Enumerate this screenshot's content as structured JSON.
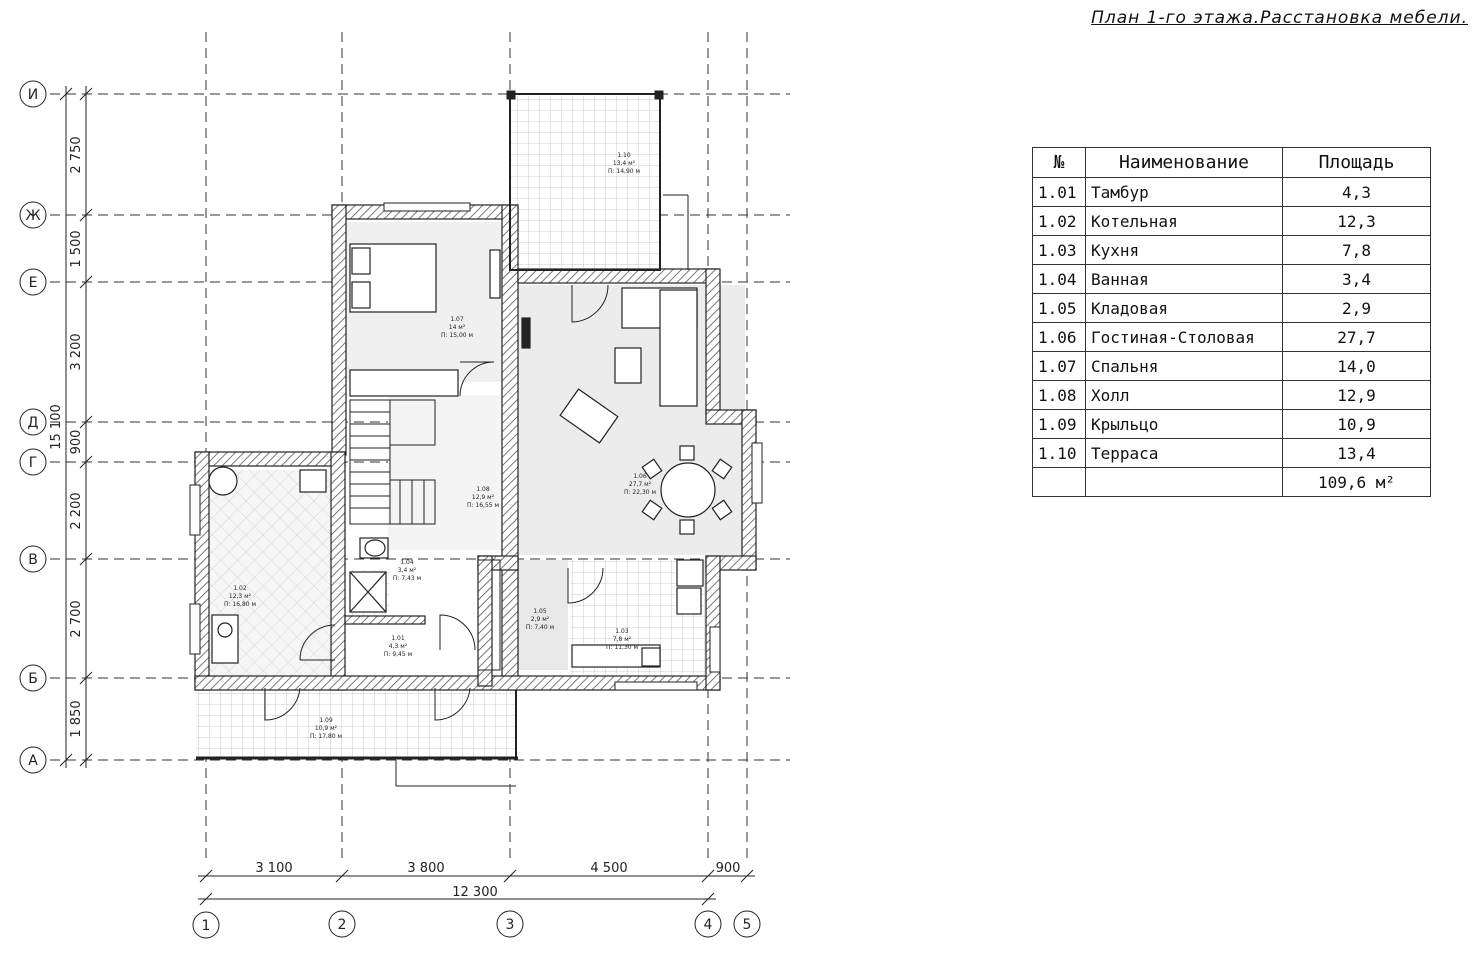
{
  "title": "План 1-го этажа.Расстановка мебели.",
  "table": {
    "headers": [
      "№",
      "Наименование",
      "Площадь"
    ],
    "rows": [
      {
        "no": "1.01",
        "name": "Тамбур",
        "area": "4,3"
      },
      {
        "no": "1.02",
        "name": "Котельная",
        "area": "12,3"
      },
      {
        "no": "1.03",
        "name": "Кухня",
        "area": "7,8"
      },
      {
        "no": "1.04",
        "name": "Ванная",
        "area": "3,4"
      },
      {
        "no": "1.05",
        "name": "Кладовая",
        "area": "2,9"
      },
      {
        "no": "1.06",
        "name": "Гостиная-Столовая",
        "area": "27,7"
      },
      {
        "no": "1.07",
        "name": "Спальня",
        "area": "14,0"
      },
      {
        "no": "1.08",
        "name": "Холл",
        "area": "12,9"
      },
      {
        "no": "1.09",
        "name": "Крыльцо",
        "area": "10,9"
      },
      {
        "no": "1.10",
        "name": "Терраса",
        "area": "13,4"
      }
    ],
    "total": "109,6 м²"
  },
  "axes": {
    "letters": [
      "И",
      "Ж",
      "Е",
      "Д",
      "Г",
      "В",
      "Б",
      "А"
    ],
    "numbers": [
      "1",
      "2",
      "3",
      "4",
      "5"
    ]
  },
  "dimensions": {
    "vertical": [
      "2 750",
      "1 500",
      "3 200",
      "900",
      "2 200",
      "2 700",
      "1 850"
    ],
    "vertical_total": "15 100",
    "horizontal": [
      "3 100",
      "3 800",
      "4 500",
      "900"
    ],
    "horizontal_total": "12 300"
  },
  "room_labels": {
    "r110": [
      "1.10",
      "13,4 м²",
      "П: 14,90 м"
    ],
    "r107": [
      "1.07",
      "14 м²",
      "П: 15,00 м"
    ],
    "r108": [
      "1.08",
      "12,9 м²",
      "П: 16,55 м"
    ],
    "r106": [
      "1.06",
      "27,7 м²",
      "П: 22,30 м"
    ],
    "r104": [
      "1.04",
      "3,4 м²",
      "П: 7,43 м"
    ],
    "r102": [
      "1.02",
      "12,3 м²",
      "П: 16,80 м"
    ],
    "r101": [
      "1.01",
      "4,3 м²",
      "П: 9,45 м"
    ],
    "r105": [
      "1.05",
      "2,9 м²",
      "П: 7,40 м"
    ],
    "r103": [
      "1.03",
      "7,8 м²",
      "П: 11,30 м"
    ],
    "r109": [
      "1.09",
      "10,9 м²",
      "П: 17,80 м"
    ]
  },
  "colors": {
    "line": "#1a1a1a",
    "wall_hatch": "#555555",
    "tile": "#c8c8c8",
    "floor_gray": "#ececec"
  }
}
